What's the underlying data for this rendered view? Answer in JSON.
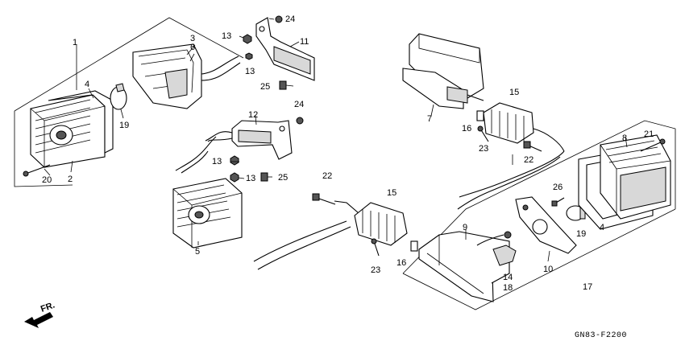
{
  "diagram": {
    "code": "GN83-F2200",
    "direction_label": "FR.",
    "labels": {
      "p1": "1",
      "p2": "2",
      "p3": "3",
      "p4a": "4",
      "p4b": "4",
      "p5": "5",
      "p6": "6",
      "p7": "7",
      "p8": "8",
      "p9": "9",
      "p10": "10",
      "p11": "11",
      "p12": "12",
      "p13a": "13",
      "p13b": "13",
      "p13c": "13",
      "p13d": "13",
      "p14": "14",
      "p15a": "15",
      "p15b": "15",
      "p16a": "16",
      "p16b": "16",
      "p17": "17",
      "p18": "18",
      "p19a": "19",
      "p19b": "19",
      "p20": "20",
      "p21": "21",
      "p22a": "22",
      "p22b": "22",
      "p23a": "23",
      "p23b": "23",
      "p24a": "24",
      "p24b": "24",
      "p25a": "25",
      "p25b": "25",
      "p26": "26"
    }
  }
}
